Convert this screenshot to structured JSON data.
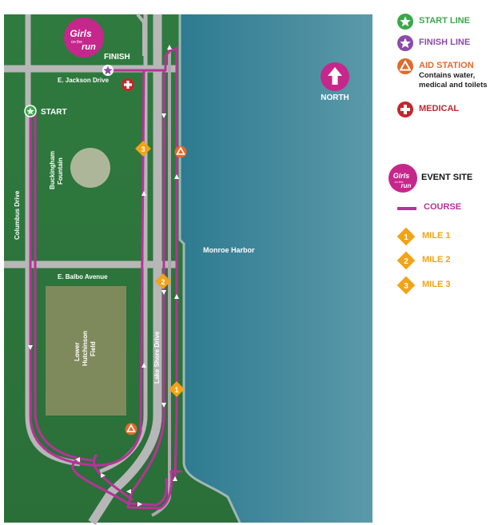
{
  "map": {
    "labels": {
      "finish": "FINISH",
      "start": "START",
      "jackson": "E. Jackson Drive",
      "buckingham_1": "Buckingham",
      "buckingham_2": "Fountain",
      "columbus": "Columbus Drive",
      "balbo": "E. Balbo Avenue",
      "lakeshore": "Lake Shore Drive",
      "harbor": "Monroe Harbor",
      "field_1": "Lower",
      "field_2": "Hutchinson",
      "field_3": "Field",
      "north": "NORTH",
      "event_logo_1": "Girls",
      "event_logo_2": "on the",
      "event_logo_3": "run",
      "mile_1": "1",
      "mile_2": "2",
      "mile_3": "3"
    },
    "colors": {
      "water": "#3b8397",
      "park": "#2f7a3e",
      "road": "#b9b9b9",
      "course": "#b7329a",
      "start": "#3aa84a",
      "finish": "#8a4ba8",
      "aid": "#e06a2c",
      "medical": "#c4262e",
      "mile": "#f2a316",
      "event": "#c6278b"
    }
  },
  "legend": {
    "start_line": "START LINE",
    "finish_line": "FINISH LINE",
    "aid_station": "AID STATION",
    "aid_desc_1": "Contains water,",
    "aid_desc_2": "medical and toilets",
    "medical": "MEDICAL",
    "event_site": "EVENT SITE",
    "course": "COURSE",
    "mile1": "MILE 1",
    "mile2": "MILE 2",
    "mile3": "MILE 3",
    "mile1_num": "1",
    "mile2_num": "2",
    "mile3_num": "3",
    "event_logo_1": "Girls",
    "event_logo_2": "on the",
    "event_logo_3": "run"
  }
}
